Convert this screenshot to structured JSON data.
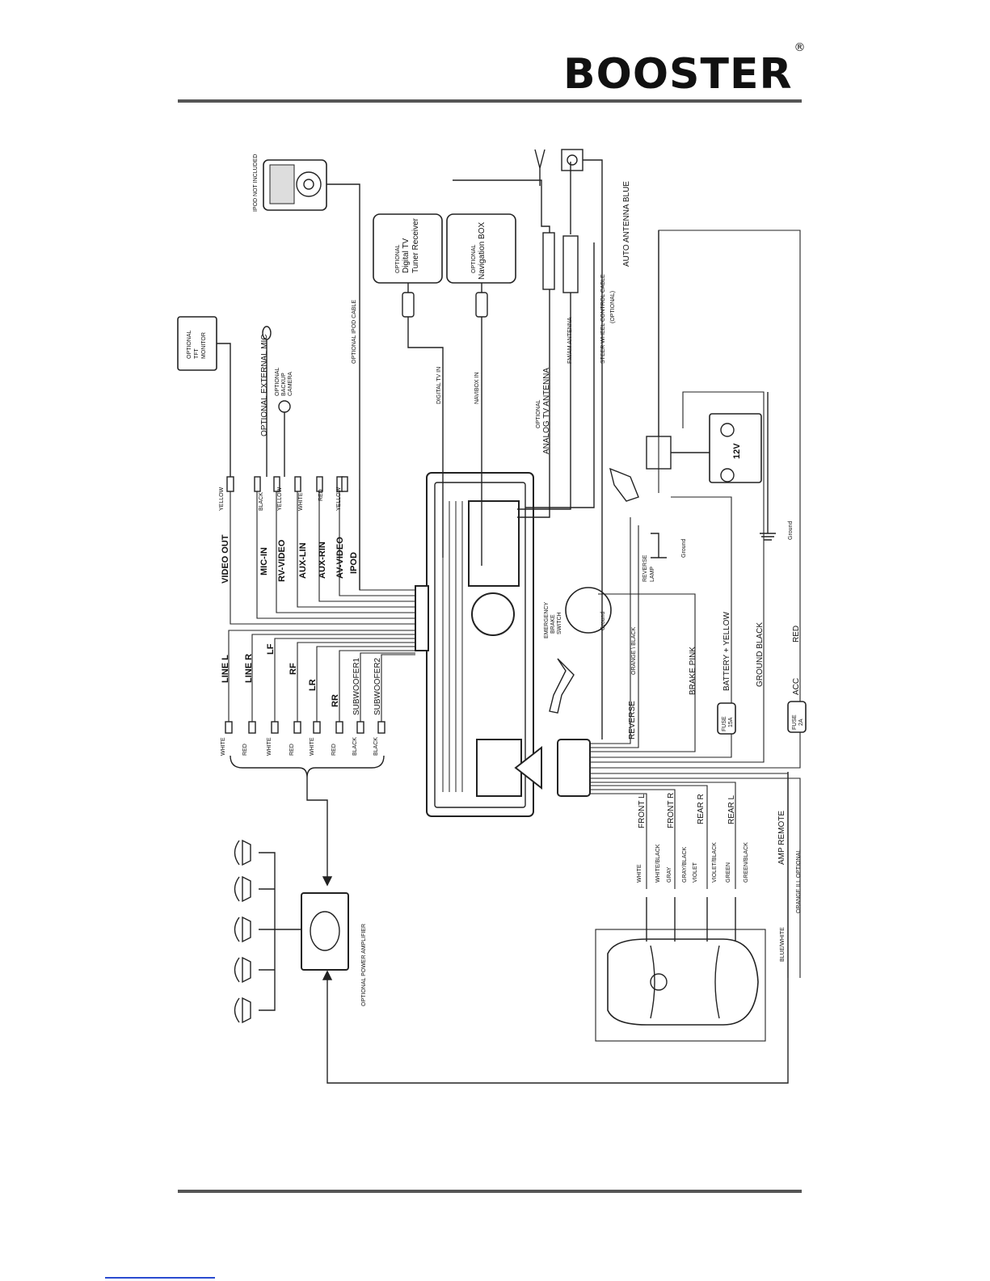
{
  "header": {
    "brand": "BOOSTER",
    "reg_mark": "®"
  },
  "devices": {
    "ipod": "IPOD NOT INCLUDED",
    "tft_monitor": [
      "OPTIONAL",
      "TFT",
      "MONITOR"
    ],
    "ext_mic": "OPTIONAL EXTERNAL MIC",
    "backup_camera": [
      "OPTIONAL",
      "BACKUP",
      "CAMERA"
    ],
    "ipod_cable": "OPTIONAL IPOD CABLE",
    "tv_tuner": [
      "OPTIONAL",
      "Digital TV",
      "Tuner Receiver"
    ],
    "nav_box": [
      "OPTIONAL",
      "Navigation BOX"
    ],
    "power_amp": "OPTIONAL POWER AMPLIFIER",
    "brake_switch": [
      "EMERGENCY",
      "BRAKE",
      "SWITCH"
    ],
    "reverse_lamp": [
      "REVERSE",
      "LAMP"
    ],
    "battery": "12V"
  },
  "inputs": {
    "digital_tv_in": "DIGITAL TV IN",
    "navibox_in": "NAVIBOX IN",
    "analog_tv_antenna": [
      "OPTIONAL",
      "ANALOG TV ANTENNA"
    ],
    "fm_am_antenna": "FM/AM  ANTENNA",
    "steer_wheel": [
      "STEER  WHEEL CONTROL  CABLE",
      "(OPTIONAL)"
    ],
    "auto_antenna": "AUTO ANTENNA   BLUE"
  },
  "av_connectors": [
    {
      "label": "VIDEO OUT",
      "colors": [
        "YELLOW"
      ]
    },
    {
      "label": "MIC-IN",
      "colors": [
        "BLACK"
      ]
    },
    {
      "label": "RV-VIDEO",
      "colors": [
        "YELLOW"
      ]
    },
    {
      "label": "AUX-LIN",
      "colors": [
        "WHITE"
      ]
    },
    {
      "label": "AUX-RIN",
      "colors": [
        "RED"
      ]
    },
    {
      "label": "AV-VIDEO",
      "colors": [
        "YELLOW"
      ]
    },
    {
      "label": "IPOD",
      "colors": []
    }
  ],
  "line_out": {
    "labels": [
      "LINE L",
      "LINE R",
      "LF",
      "RF",
      "LR",
      "RR",
      "SUBWOOFER1",
      "SUBWOOFER2"
    ],
    "colors": [
      "WHITE",
      "RED",
      "WHITE",
      "RED",
      "WHITE",
      "RED",
      "BLACK",
      "BLACK"
    ]
  },
  "harness": {
    "reverse": "REVERSE",
    "orange_black": "ORANGE \\ BLACK",
    "brake": "BRAKE     PINK",
    "battery": "BATTERY + YELLOW",
    "ground": "GROUND    BLACK",
    "acc": "ACC",
    "red": "RED",
    "fuse_15a": [
      "FUSE",
      "15A"
    ],
    "fuse_2a": [
      "FUSE",
      "2A"
    ],
    "ground_label": "Ground"
  },
  "speakers": {
    "front_l": "FRONT  L",
    "front_r": "FRONT  R",
    "rear_r": "REAR  R",
    "rear_l": "REAR  L",
    "wires": [
      "WHITE",
      "WHITE/BLACK",
      "GRAY",
      "GRAY/BLACK",
      "VIOLET",
      "VIOLET/BLACK",
      "GREEN",
      "GREEN/BLACK"
    ],
    "amp_remote": "AMP REMOTE",
    "orange_ill": "ORANGE  ILL   OPTIONAL",
    "blue_white": "BLUE/WHITE"
  }
}
